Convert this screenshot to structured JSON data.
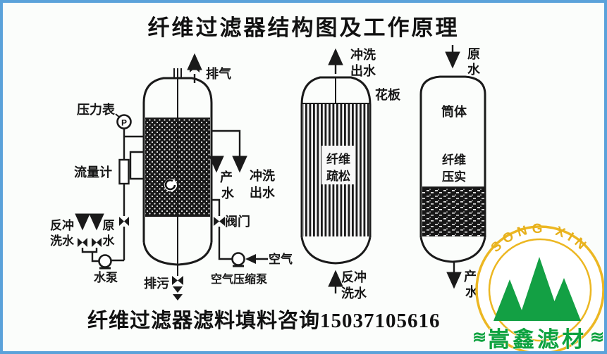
{
  "title": "纤维过滤器结构图及工作原理",
  "caption": "纤维过滤器滤料填料咨询15037105616",
  "colors": {
    "frame_border": "#5ba2da",
    "ink": "#1a1a1a",
    "logo_ring_yellow": "#ecb722",
    "logo_green": "#0da23f"
  },
  "left_diagram": {
    "pressure_gauge_label": "压力表",
    "gauge_letter": "P",
    "flow_meter_label": "流量计",
    "exhaust_label": "排气",
    "product_water": [
      "产",
      "水"
    ],
    "flush_out_water": [
      "冲洗",
      "出水"
    ],
    "valve_label": "阀门",
    "backwash_water": [
      "反冲",
      "洗水"
    ],
    "raw_water": [
      "原",
      "水"
    ],
    "water_pump_label": "水泵",
    "drain_label": "排污",
    "air_label": "空气",
    "air_compressor_label": "空气压缩泵"
  },
  "middle_diagram": {
    "flush_out_water": [
      "冲洗",
      "出水"
    ],
    "plate_label": "花板",
    "fiber_state": [
      "纤维",
      "疏松"
    ],
    "backwash_water": [
      "反冲",
      "洗水"
    ]
  },
  "right_diagram": {
    "raw_water": [
      "原",
      "水"
    ],
    "shell_label": "筒体",
    "fiber_state": [
      "纤维",
      "压实"
    ],
    "product_water": [
      "产",
      "水"
    ]
  },
  "logo": {
    "arc_text": "SONG XIN",
    "brand_text": "嵩鑫滤材",
    "wave_glyph": "≋"
  }
}
